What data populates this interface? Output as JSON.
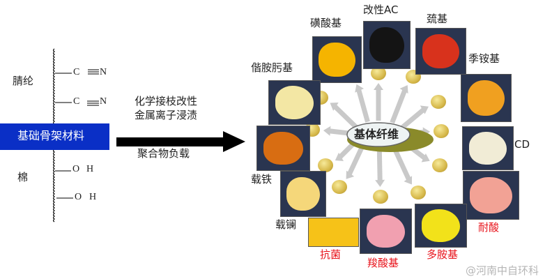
{
  "left": {
    "top_material": "腈纶",
    "bottom_material": "棉",
    "groups_top": [
      {
        "a": "C",
        "b": "N"
      },
      {
        "a": "C",
        "b": "N"
      }
    ],
    "groups_bottom": [
      {
        "a": "O",
        "b": "H"
      },
      {
        "a": "O",
        "b": "H"
      }
    ],
    "base_label": "基础骨架材料",
    "method_1": "化学接枝改性",
    "method_2": "金属离子浸渍",
    "method_3": "聚合物负载",
    "base_color": "#0a2fc6"
  },
  "center": {
    "label": "基体纤维"
  },
  "fibers": [
    {
      "label": "磺酸基",
      "color": "#f5b400"
    },
    {
      "label": "改性AC",
      "color": "#141414"
    },
    {
      "label": "巯基",
      "color": "#d8321c"
    },
    {
      "label": "季铵基",
      "color": "#f0a020"
    },
    {
      "label": "CD",
      "color": "#f1ecd6"
    },
    {
      "label": "耐酸",
      "color": "#f2a295"
    },
    {
      "label": "多胺基",
      "color": "#f2e21a"
    },
    {
      "label": "羧酸基",
      "color": "#f1a0b0"
    },
    {
      "label": "抗菌",
      "color": "#f6c218"
    },
    {
      "label": "载镧",
      "color": "#f5d77a"
    },
    {
      "label": "载铁",
      "color": "#d86d12"
    },
    {
      "label": "偕胺肟基",
      "color": "#f3e7a4"
    }
  ],
  "watermark": "@河南中自环科"
}
